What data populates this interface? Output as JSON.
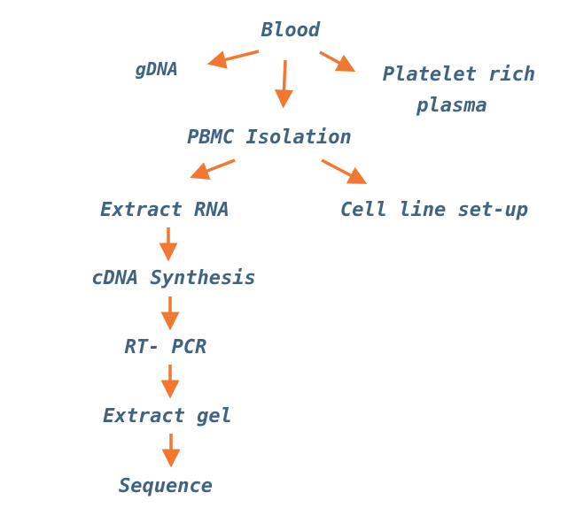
{
  "colors": {
    "text": "#3f6382",
    "arrow": "#f07830",
    "background": "#ffffff"
  },
  "nodes": {
    "blood": "Blood",
    "gdna": "gDNA",
    "prp_line1": "Platelet rich",
    "prp_line2": "plasma",
    "pbmc": "PBMC Isolation",
    "extract_rna": "Extract RNA",
    "cell_line": "Cell line set-up",
    "cdna": "cDNA Synthesis",
    "rtpcr": "RT- PCR",
    "extract_gel": "Extract gel",
    "sequence": "Sequence"
  },
  "edges": [
    {
      "from": "Blood",
      "to": "gDNA"
    },
    {
      "from": "Blood",
      "to": "PBMC Isolation"
    },
    {
      "from": "Blood",
      "to": "Platelet rich plasma"
    },
    {
      "from": "PBMC Isolation",
      "to": "Extract RNA"
    },
    {
      "from": "PBMC Isolation",
      "to": "Cell line set-up"
    },
    {
      "from": "Extract RNA",
      "to": "cDNA Synthesis"
    },
    {
      "from": "cDNA Synthesis",
      "to": "RT- PCR"
    },
    {
      "from": "RT- PCR",
      "to": "Extract gel"
    },
    {
      "from": "Extract gel",
      "to": "Sequence"
    }
  ]
}
